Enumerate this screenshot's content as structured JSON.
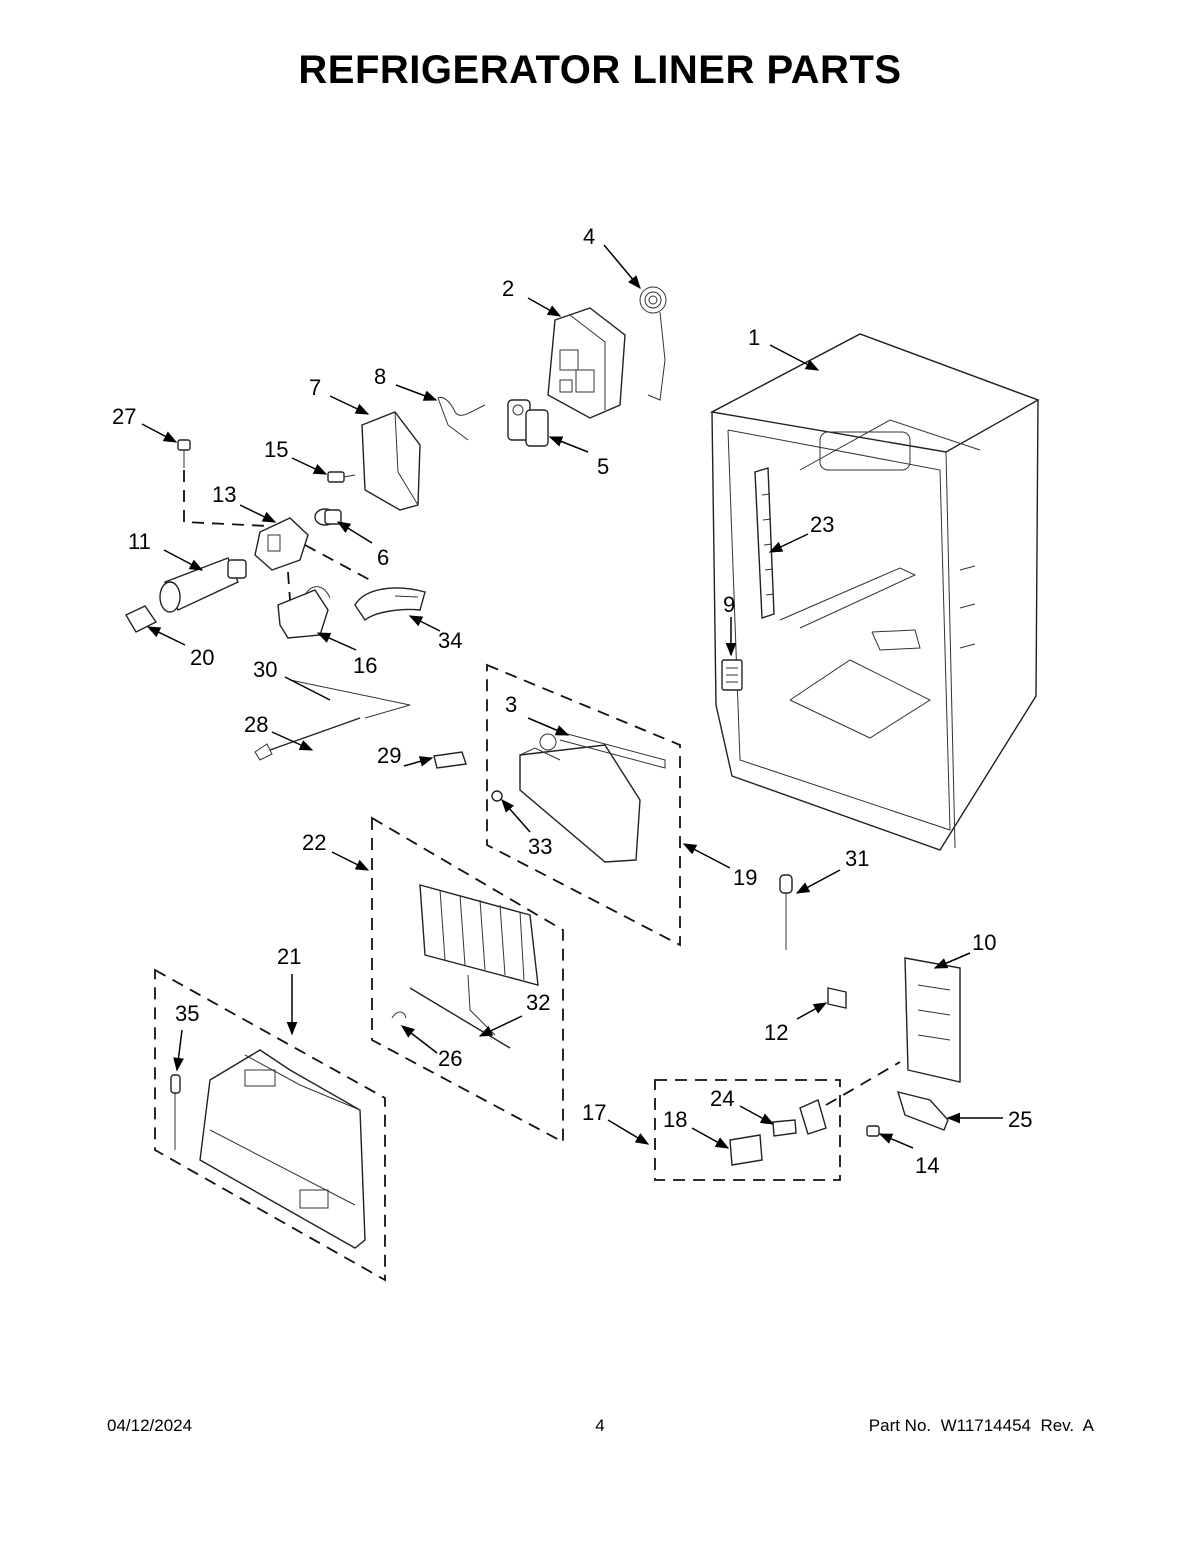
{
  "title": "REFRIGERATOR LINER PARTS",
  "callouts": {
    "c1": "1",
    "c2": "2",
    "c3": "3",
    "c4": "4",
    "c5": "5",
    "c6": "6",
    "c7": "7",
    "c8": "8",
    "c9": "9",
    "c10": "10",
    "c11": "11",
    "c12": "12",
    "c13": "13",
    "c14": "14",
    "c15": "15",
    "c16": "16",
    "c17": "17",
    "c18": "18",
    "c19": "19",
    "c20": "20",
    "c21": "21",
    "c22": "22",
    "c23": "23",
    "c24": "24",
    "c25": "25",
    "c26": "26",
    "c27": "27",
    "c28": "28",
    "c29": "29",
    "c30": "30",
    "c31": "31",
    "c32": "32",
    "c33": "33",
    "c34": "34",
    "c35": "35"
  },
  "footer": {
    "date": "04/12/2024",
    "page": "4",
    "part_no": "Part No.  W11714454  Rev.  A"
  }
}
